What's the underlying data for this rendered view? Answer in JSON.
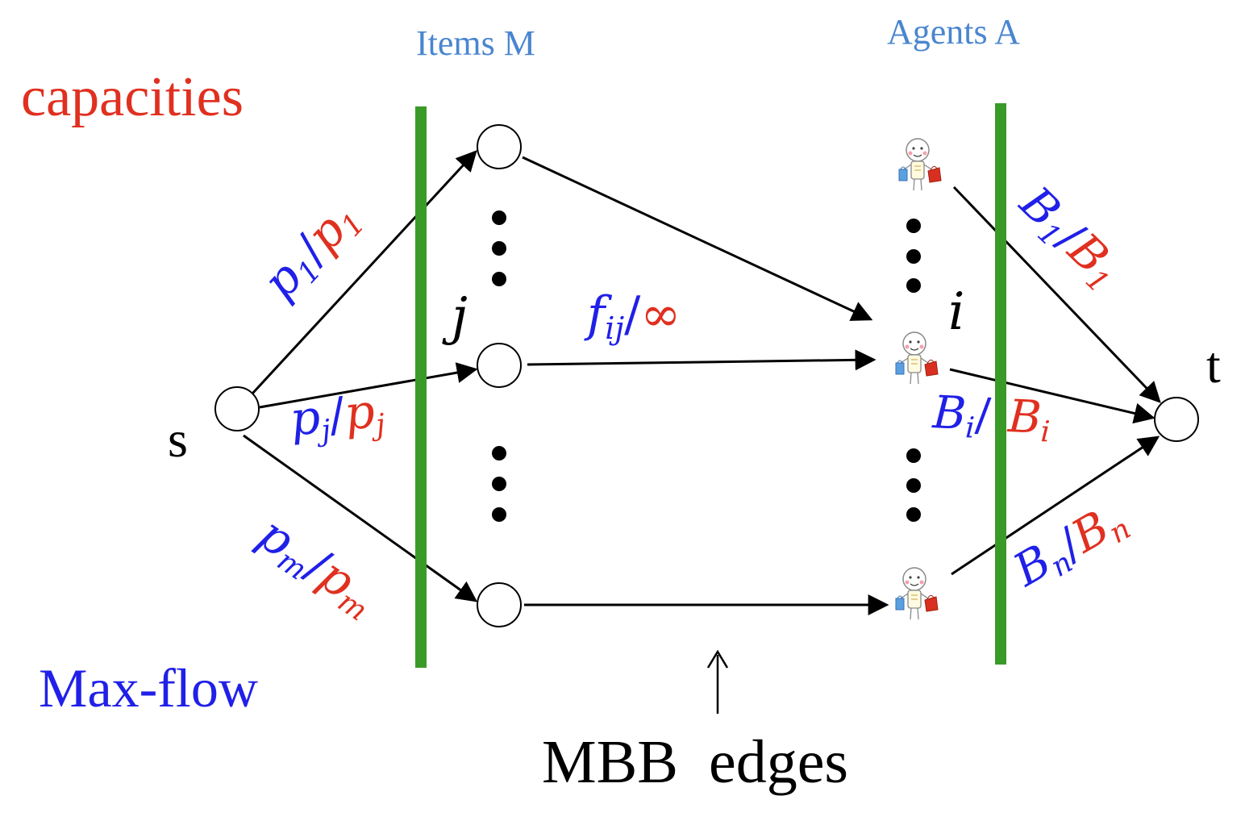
{
  "labels": {
    "items_header": "Items M",
    "agents_header": "Agents A",
    "capacities": "capacities",
    "max_flow": "Max-flow",
    "mbb_edges": "MBB  edges",
    "source": "s",
    "sink": "t",
    "item_j": "j",
    "agent_i": "i"
  },
  "edges": {
    "p1_flow": "p",
    "p1_flow_sub": "1",
    "p1_cap": "p",
    "p1_cap_sub": "1",
    "pj_flow": "p",
    "pj_flow_sub": "j",
    "pj_cap": "p",
    "pj_cap_sub": "j",
    "pm_flow": "p",
    "pm_flow_sub": "m",
    "pm_cap": "p",
    "pm_cap_sub": "m",
    "fij_flow": "f",
    "fij_flow_sub": "ij",
    "fij_cap": "∞",
    "B1_flow": "B",
    "B1_flow_sub": "1",
    "B1_cap": "B",
    "B1_cap_sub": "1",
    "Bi_flow": "B",
    "Bi_flow_sub": "i",
    "Bi_cap": "B",
    "Bi_cap_sub": "i",
    "Bn_flow": "B",
    "Bn_flow_sub": "n",
    "Bn_cap": "B",
    "Bn_cap_sub": "n",
    "slash": "/"
  },
  "colors": {
    "flow": "#2020e8",
    "capacity": "#e03020",
    "header": "#4a86d0",
    "cut": "#3a9a28",
    "edge": "#000000"
  },
  "icons": {
    "agent": "shopper-with-bags-icon"
  }
}
